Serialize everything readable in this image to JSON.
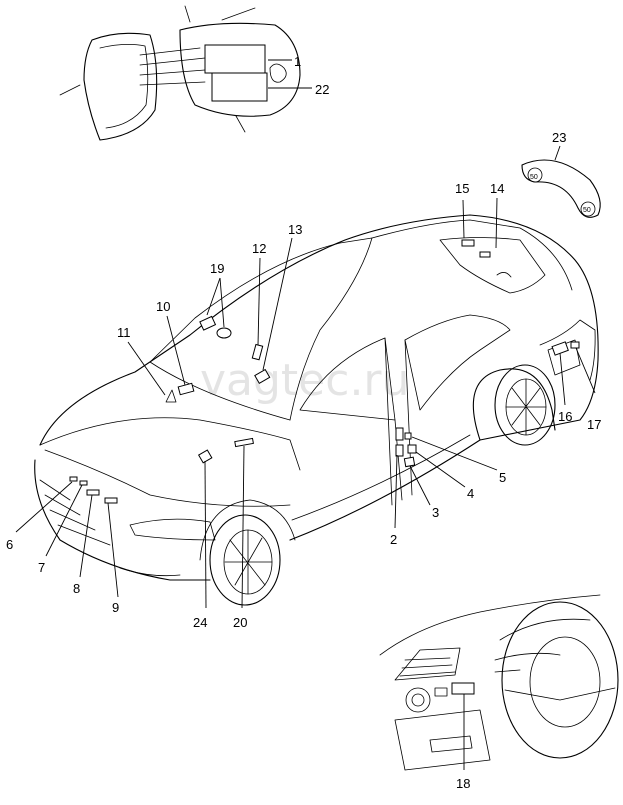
{
  "watermark": "vagtec.ru",
  "callouts": [
    {
      "id": "1",
      "text": "1"
    },
    {
      "id": "22",
      "text": "22"
    },
    {
      "id": "23",
      "text": "23"
    },
    {
      "id": "15",
      "text": "15"
    },
    {
      "id": "14",
      "text": "14"
    },
    {
      "id": "12",
      "text": "12"
    },
    {
      "id": "13",
      "text": "13"
    },
    {
      "id": "19",
      "text": "19"
    },
    {
      "id": "10",
      "text": "10"
    },
    {
      "id": "11",
      "text": "11"
    },
    {
      "id": "6",
      "text": "6"
    },
    {
      "id": "7",
      "text": "7"
    },
    {
      "id": "8",
      "text": "8"
    },
    {
      "id": "9",
      "text": "9"
    },
    {
      "id": "24",
      "text": "24"
    },
    {
      "id": "20",
      "text": "20"
    },
    {
      "id": "2",
      "text": "2"
    },
    {
      "id": "3",
      "text": "3"
    },
    {
      "id": "4",
      "text": "4"
    },
    {
      "id": "5",
      "text": "5"
    },
    {
      "id": "16",
      "text": "16"
    },
    {
      "id": "17",
      "text": "17"
    },
    {
      "id": "18",
      "text": "18"
    }
  ],
  "plaque_text": {
    "left": "50",
    "right": "50"
  }
}
